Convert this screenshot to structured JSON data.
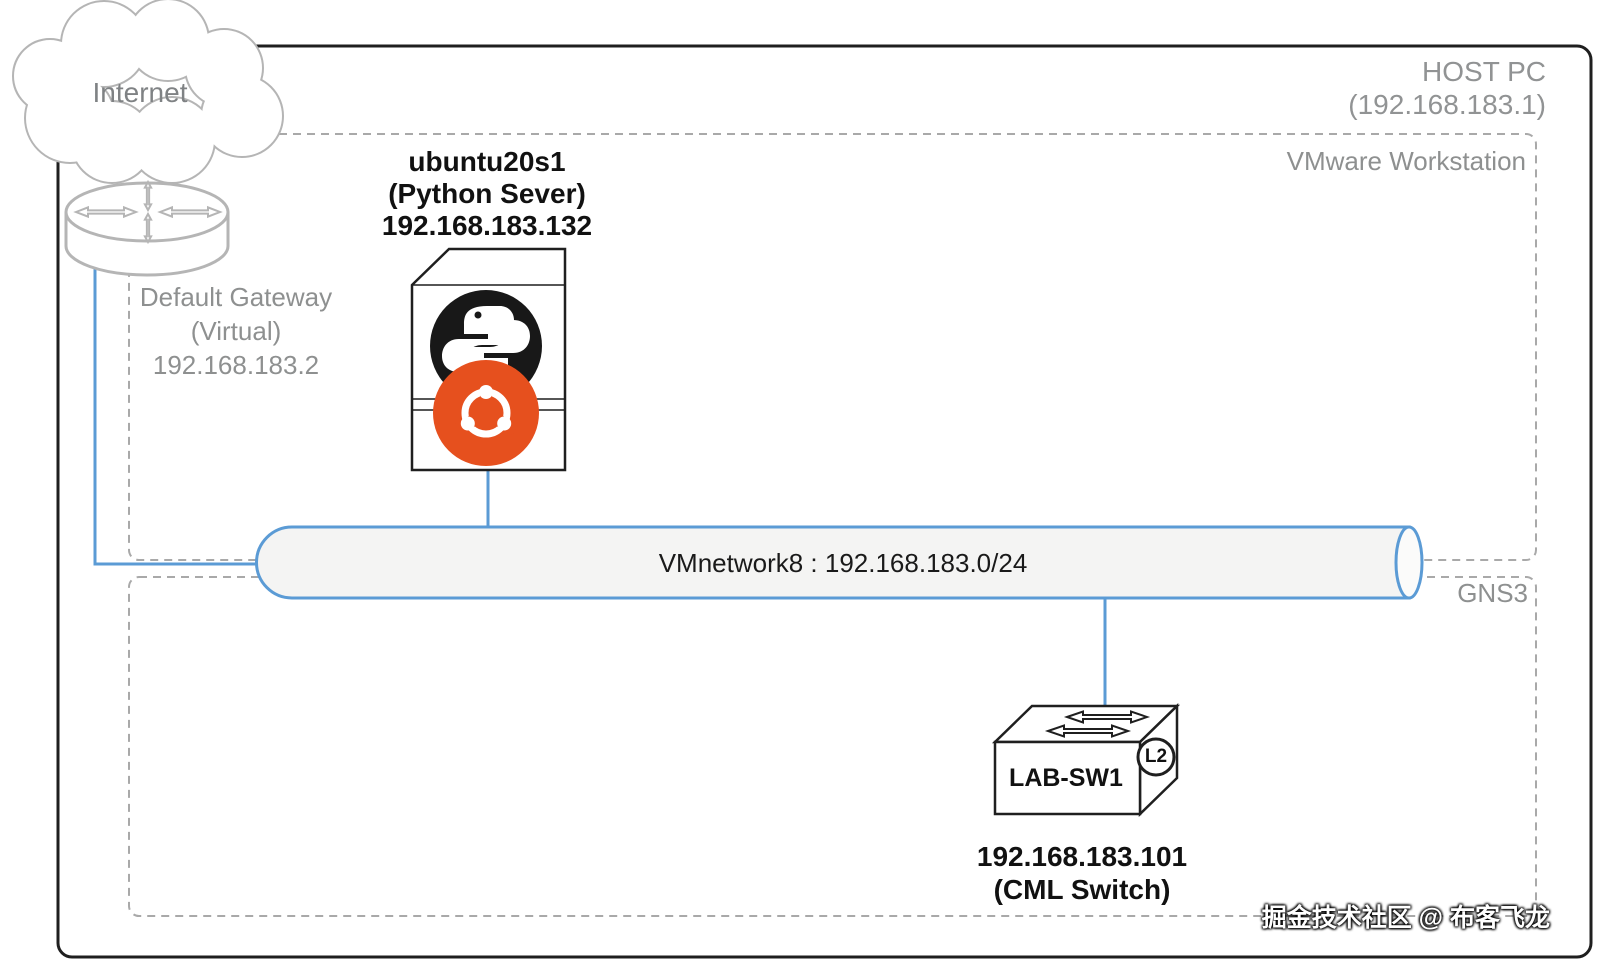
{
  "diagram": {
    "internet": {
      "label": "Internet"
    },
    "gateway": {
      "line1": "Default Gateway",
      "line2": "(Virtual)",
      "ip": "192.168.183.2"
    },
    "host_pc": {
      "title": "HOST PC",
      "ip": "(192.168.183.1)"
    },
    "vmware": {
      "title": "VMware Workstation"
    },
    "gns3": {
      "title": "GNS3"
    },
    "server": {
      "name": "ubuntu20s1",
      "role": "(Python Sever)",
      "ip": "192.168.183.132"
    },
    "network": {
      "label": "VMnetwork8 : 192.168.183.0/24"
    },
    "switch": {
      "name": "LAB-SW1",
      "badge": "L2",
      "ip": "192.168.183.101",
      "role": "(CML Switch)"
    },
    "watermark": "掘金技术社区 @ 布客飞龙"
  },
  "icons": {
    "internet": "cloud-icon",
    "gateway": "router-icon",
    "server": "server-icon",
    "server_logos": [
      "python-logo",
      "ubuntu-logo"
    ],
    "network": "pipe-icon",
    "switch": "l2-switch-icon"
  },
  "colors": {
    "connection_blue": "#5b9bd5",
    "ubuntu_orange": "#e6501e",
    "python_black": "#181818",
    "muted_gray": "#8e9090",
    "outline_black": "#1f1f1f"
  }
}
